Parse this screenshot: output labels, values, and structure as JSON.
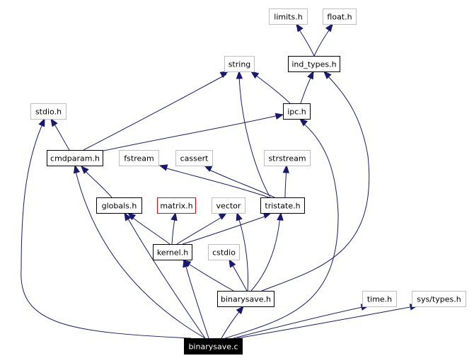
{
  "colors": {
    "edge": "#191970",
    "node_border_default": "#000000",
    "node_border_external": "#bfbfbf",
    "node_border_red": "#ff0000",
    "root_fill": "#000000",
    "root_text": "#ffffff",
    "text": "#000000"
  },
  "nodes": [
    {
      "id": "limits",
      "label": "limits.h",
      "kind": "external"
    },
    {
      "id": "float",
      "label": "float.h",
      "kind": "external"
    },
    {
      "id": "string",
      "label": "string",
      "kind": "external"
    },
    {
      "id": "ind_types",
      "label": "ind_types.h",
      "kind": "doc"
    },
    {
      "id": "stdio",
      "label": "stdio.h",
      "kind": "external"
    },
    {
      "id": "ipc",
      "label": "ipc.h",
      "kind": "doc"
    },
    {
      "id": "cmdparam",
      "label": "cmdparam.h",
      "kind": "doc"
    },
    {
      "id": "fstream",
      "label": "fstream",
      "kind": "external"
    },
    {
      "id": "cassert",
      "label": "cassert",
      "kind": "external"
    },
    {
      "id": "strstream",
      "label": "strstream",
      "kind": "external"
    },
    {
      "id": "globals",
      "label": "globals.h",
      "kind": "doc"
    },
    {
      "id": "matrix",
      "label": "matrix.h",
      "kind": "red"
    },
    {
      "id": "vector",
      "label": "vector",
      "kind": "external"
    },
    {
      "id": "tristate",
      "label": "tristate.h",
      "kind": "doc"
    },
    {
      "id": "kernel",
      "label": "kernel.h",
      "kind": "doc"
    },
    {
      "id": "cstdio",
      "label": "cstdio",
      "kind": "external"
    },
    {
      "id": "binarysave_h",
      "label": "binarysave.h",
      "kind": "doc"
    },
    {
      "id": "time",
      "label": "time.h",
      "kind": "external"
    },
    {
      "id": "systypes",
      "label": "sys/types.h",
      "kind": "external"
    },
    {
      "id": "binarysave_c",
      "label": "binarysave.c",
      "kind": "root"
    }
  ],
  "edges": [
    {
      "from": "ind_types",
      "to": "limits"
    },
    {
      "from": "ind_types",
      "to": "float"
    },
    {
      "from": "ipc",
      "to": "string"
    },
    {
      "from": "ipc",
      "to": "ind_types"
    },
    {
      "from": "cmdparam",
      "to": "stdio"
    },
    {
      "from": "cmdparam",
      "to": "string"
    },
    {
      "from": "cmdparam",
      "to": "ipc"
    },
    {
      "from": "globals",
      "to": "cmdparam"
    },
    {
      "from": "tristate",
      "to": "string"
    },
    {
      "from": "tristate",
      "to": "fstream"
    },
    {
      "from": "tristate",
      "to": "cassert"
    },
    {
      "from": "tristate",
      "to": "strstream"
    },
    {
      "from": "kernel",
      "to": "globals"
    },
    {
      "from": "kernel",
      "to": "matrix"
    },
    {
      "from": "kernel",
      "to": "vector"
    },
    {
      "from": "kernel",
      "to": "tristate"
    },
    {
      "from": "binarysave_h",
      "to": "ind_types"
    },
    {
      "from": "binarysave_h",
      "to": "kernel"
    },
    {
      "from": "binarysave_h",
      "to": "vector"
    },
    {
      "from": "binarysave_h",
      "to": "cstdio"
    },
    {
      "from": "binarysave_h",
      "to": "tristate"
    },
    {
      "from": "binarysave_c",
      "to": "stdio"
    },
    {
      "from": "binarysave_c",
      "to": "cmdparam"
    },
    {
      "from": "binarysave_c",
      "to": "ipc"
    },
    {
      "from": "binarysave_c",
      "to": "globals"
    },
    {
      "from": "binarysave_c",
      "to": "kernel"
    },
    {
      "from": "binarysave_c",
      "to": "binarysave_h"
    },
    {
      "from": "binarysave_c",
      "to": "time"
    },
    {
      "from": "binarysave_c",
      "to": "systypes"
    }
  ]
}
